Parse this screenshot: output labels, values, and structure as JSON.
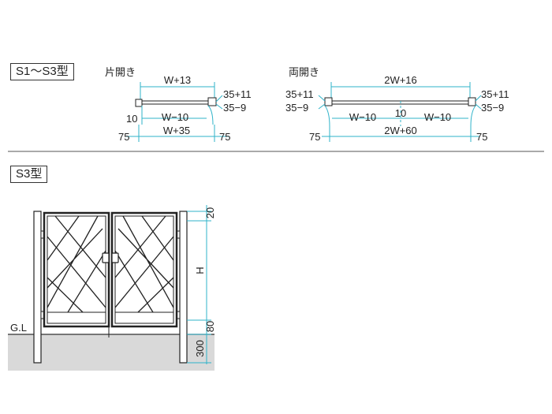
{
  "top_section": {
    "tag": "S1～S3型",
    "single_swing": {
      "caption": "片開き",
      "dim_top": "W+13",
      "dim_right_upper": "35+11",
      "dim_right_lower": "35−9",
      "dim_inner_left": "10",
      "dim_inner": "W−10",
      "dim_bottom_left": "75",
      "dim_bottom": "W+35",
      "dim_bottom_right": "75"
    },
    "double_swing": {
      "caption": "両開き",
      "dim_top": "2W+16",
      "dim_left_upper": "35+11",
      "dim_left_lower": "35−9",
      "dim_right_upper": "35+11",
      "dim_right_lower": "35−9",
      "dim_inner_left": "W−10",
      "dim_inner_mid": "10",
      "dim_inner_right": "W−10",
      "dim_bottom_left": "75",
      "dim_bottom": "2W+60",
      "dim_bottom_right": "75"
    }
  },
  "bottom_section": {
    "tag": "S3型",
    "ground_label": "G.L",
    "dim_top": "20",
    "dim_height": "H",
    "dim_bottom": "80",
    "dim_embed": "300"
  }
}
